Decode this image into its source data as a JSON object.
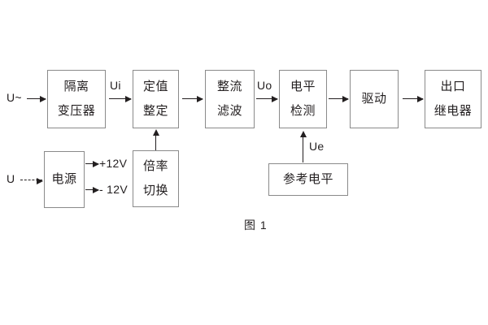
{
  "diagram": {
    "caption": "图 1",
    "blocks": [
      {
        "id": "isolation-transformer",
        "line1": "隔离",
        "line2": "变压器"
      },
      {
        "id": "setting-value",
        "line1": "定值",
        "line2": "整定"
      },
      {
        "id": "rectifier-filter",
        "line1": "整流",
        "line2": "滤波"
      },
      {
        "id": "level-detection",
        "line1": "电平",
        "line2": "检测"
      },
      {
        "id": "drive",
        "line1": "驱动",
        "line2": ""
      },
      {
        "id": "output-relay",
        "line1": "出口",
        "line2": "继电器"
      },
      {
        "id": "power-supply",
        "line1": "电源",
        "line2": ""
      },
      {
        "id": "multiplier-switch",
        "line1": "倍率",
        "line2": "切换"
      },
      {
        "id": "reference-level",
        "line1": "参考电平",
        "line2": ""
      }
    ],
    "signals": {
      "input_ac": "U~",
      "input_dc": "U",
      "ui": "Ui",
      "uo": "Uo",
      "ue": "Ue",
      "rail_positive": "+12V",
      "rail_negative": "- 12V"
    }
  }
}
